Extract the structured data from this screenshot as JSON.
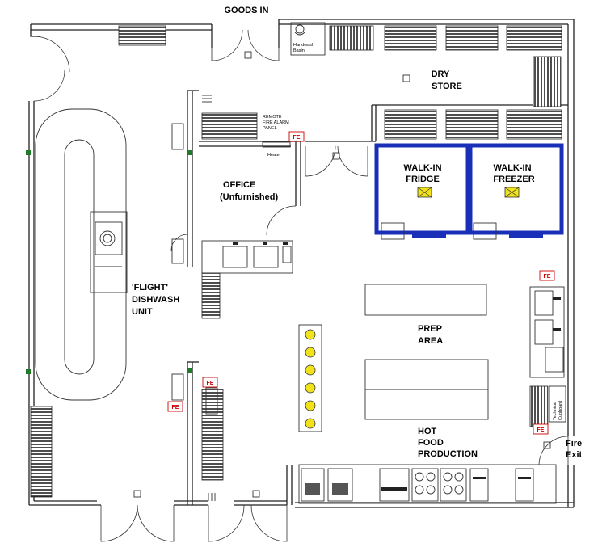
{
  "labels": {
    "goods_in": "GOODS IN",
    "dry_store_1": "DRY",
    "dry_store_2": "STORE",
    "walk_in_fridge_1": "WALK-IN",
    "walk_in_fridge_2": "FRIDGE",
    "walk_in_freezer_1": "WALK-IN",
    "walk_in_freezer_2": "FREEZER",
    "office_1": "OFFICE",
    "office_2": "(Unfurnished)",
    "dishwash_1": "'FLIGHT'",
    "dishwash_2": "DISHWASH",
    "dishwash_3": "UNIT",
    "prep_1": "PREP",
    "prep_2": "AREA",
    "hot_1": "HOT",
    "hot_2": "FOOD",
    "hot_3": "PRODUCTION",
    "fire_exit_1": "Fire",
    "fire_exit_2": "Exit",
    "remote_fire_1": "REMOTE",
    "remote_fire_2": "FIRE ALARM",
    "remote_fire_3": "PANEL",
    "handwash_1": "Handwash",
    "handwash_2": "Basin",
    "heater": "Heater",
    "technical_cupboard_1": "Technical",
    "technical_cupboard_2": "Cupboard"
  },
  "fire_extinguishers": [
    "FE",
    "FE",
    "FE",
    "FE",
    "FE"
  ],
  "colors": {
    "cold_room": "#1a2fb8",
    "fire_label": "#cc0000",
    "lamp_fill": "#f2e21a",
    "vent_green": "#1f7a2a"
  }
}
